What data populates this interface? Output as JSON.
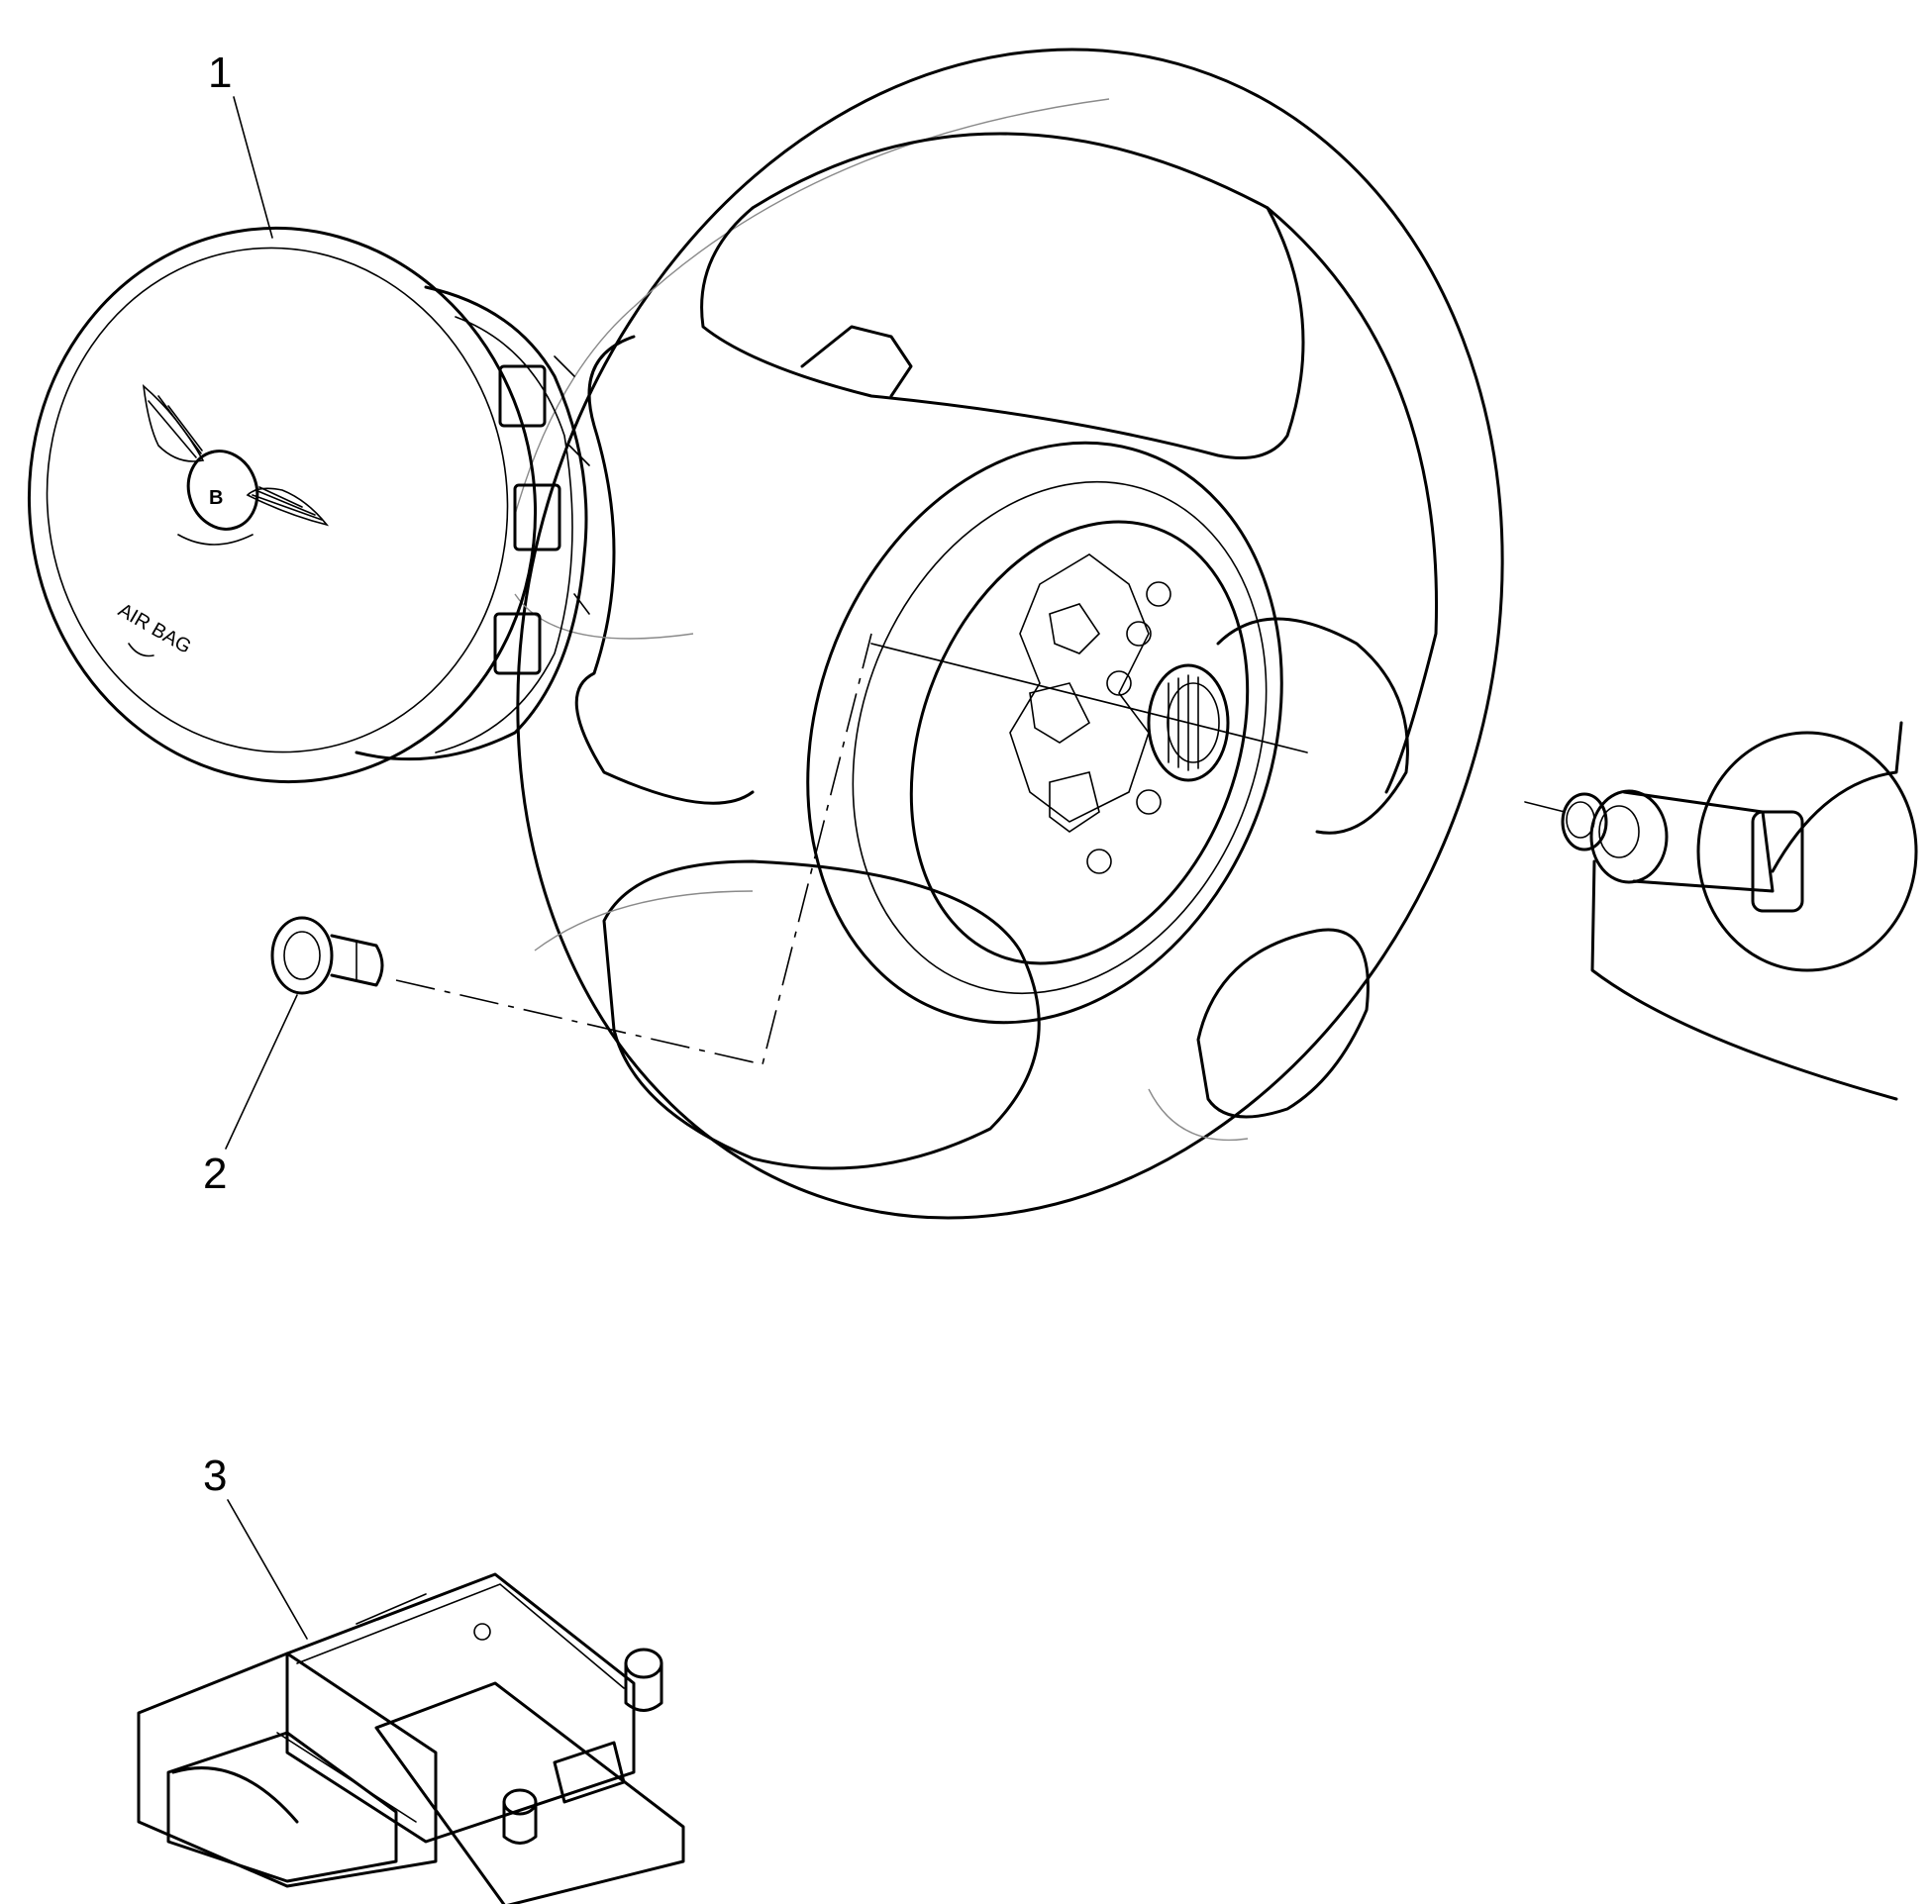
{
  "callouts": [
    {
      "id": "1",
      "text": "1"
    },
    {
      "id": "2",
      "text": "2"
    },
    {
      "id": "3",
      "text": "3"
    }
  ],
  "airbag": {
    "emblem_letter": "B",
    "cover_text": "AIR BAG"
  }
}
